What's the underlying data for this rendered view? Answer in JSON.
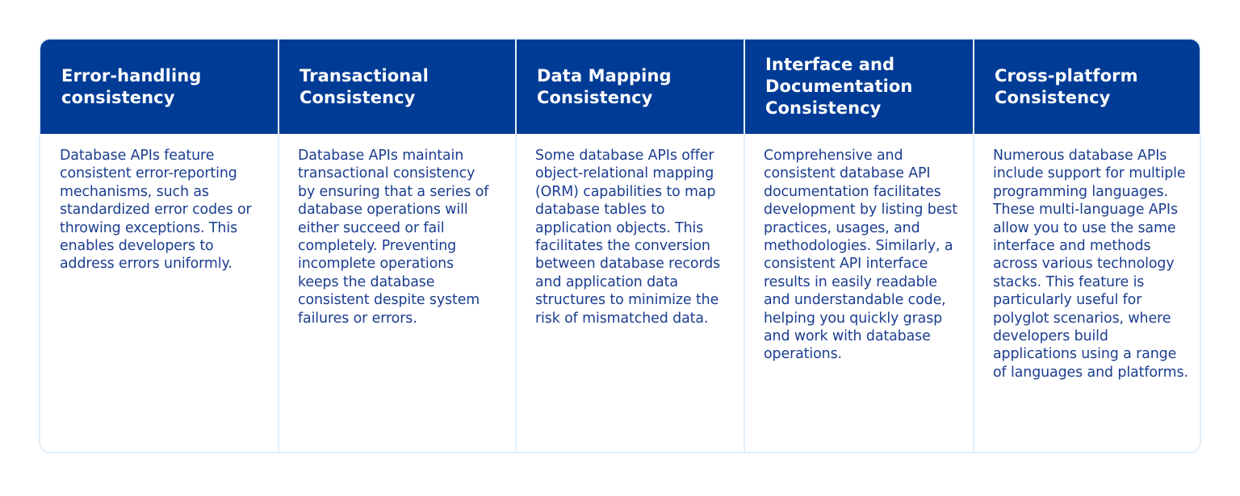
{
  "columns": [
    {
      "title": "Error-handling consistency",
      "body": "Database APIs feature consistent error-reporting mechanisms, such as standardized error codes or throwing exceptions. This enables developers to address errors uniformly."
    },
    {
      "title": "Transactional Consistency",
      "body": "Database APIs maintain transactional consistency by ensuring that a series of database operations will either succeed or fail completely. Preventing incomplete operations keeps the database consistent despite system failures or errors."
    },
    {
      "title": "Data Mapping Consistency",
      "body": "Some database APIs offer object-relational mapping (ORM) capabilities to map database tables to application objects. This facilitates the conversion between database records and application data structures to minimize the risk of mismatched data."
    },
    {
      "title": "Interface and Documentation Consistency",
      "body": "Comprehensive and consistent database API documentation facilitates development by listing best practices, usages, and methodologies. Similarly, a consistent API interface results in easily readable and understandable code, helping you quickly grasp and work with database operations."
    },
    {
      "title": "Cross-platform Consistency",
      "body": "Numerous database APIs include support for multiple programming languages. These multi-language APIs allow you to use the same interface and methods across various technology stacks. This feature is particularly useful for polyglot scenarios, where developers build applications using a range of languages and platforms."
    }
  ],
  "colors": {
    "header_bg": "#003c96",
    "header_text": "#ffffff",
    "body_text": "#1b3d8f",
    "border": "#e2f0fb"
  }
}
